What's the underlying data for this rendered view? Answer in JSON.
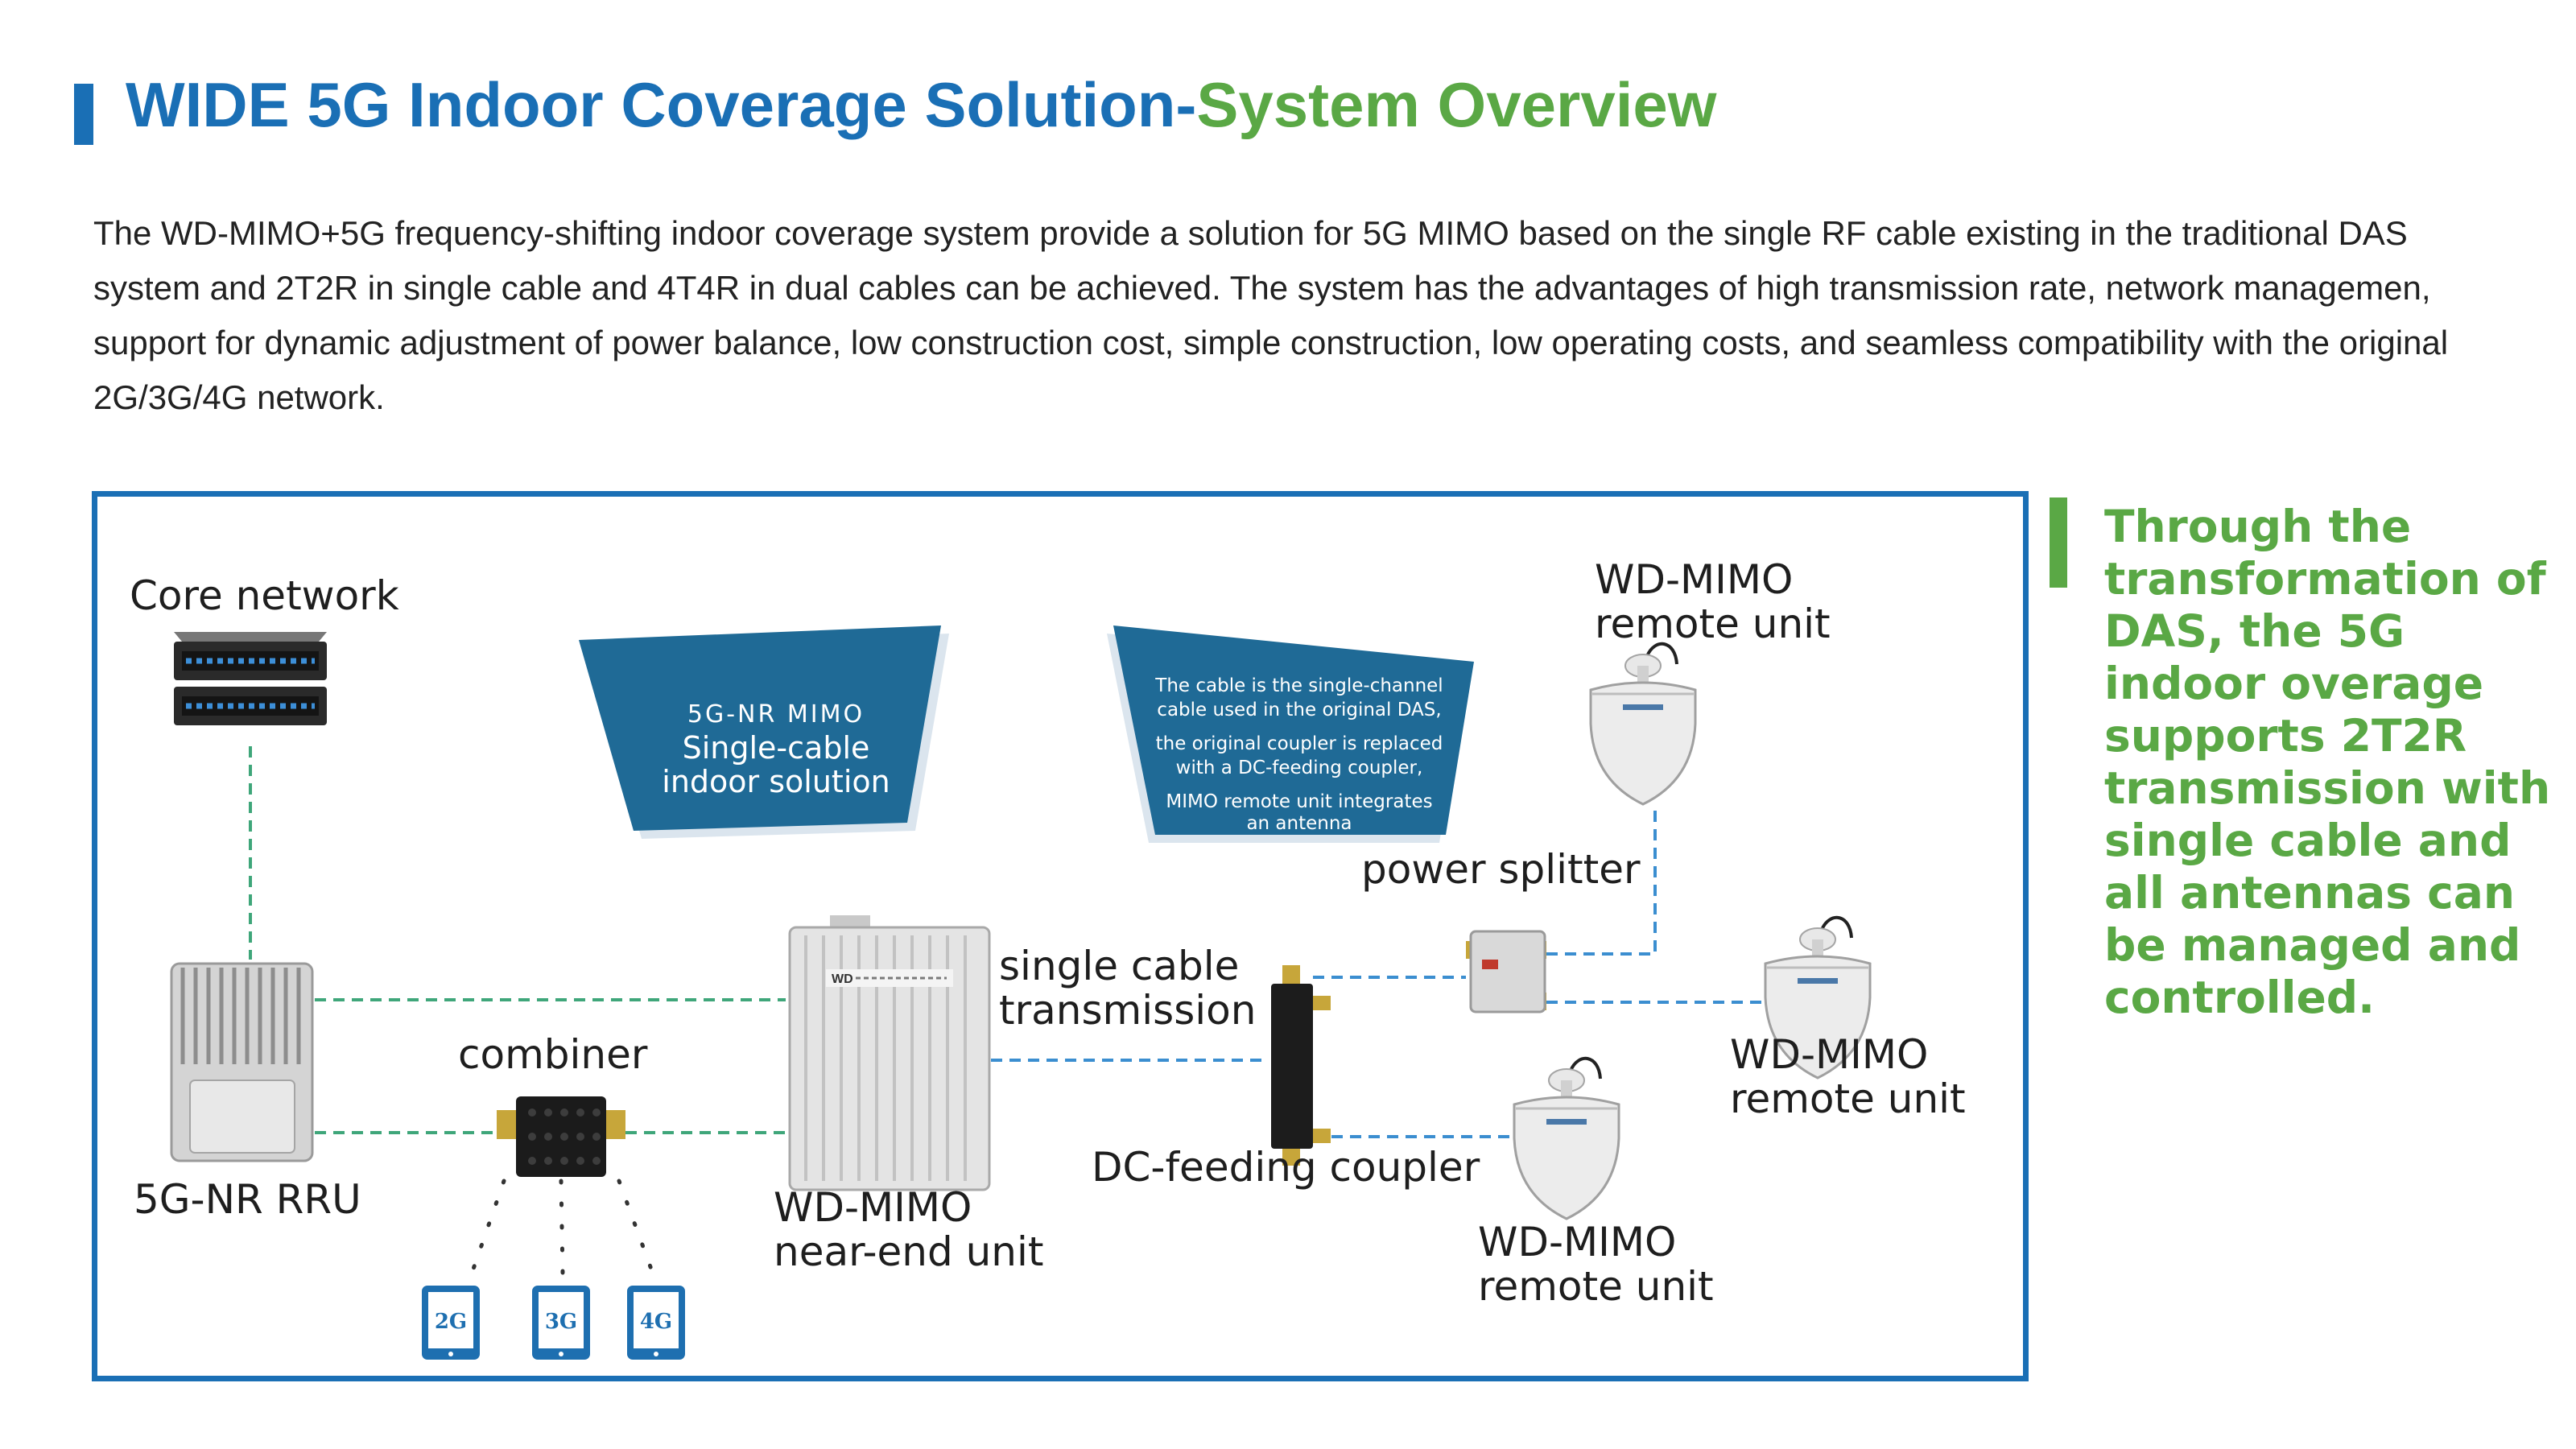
{
  "header": {
    "title_blue": "WIDE 5G Indoor Coverage Solution-",
    "title_green": "System Overview"
  },
  "intro": "The WD-MIMO+5G frequency-shifting indoor coverage system provide a solution for 5G MIMO based on the single RF cable existing in the traditional DAS system and 2T2R in single cable and 4T4R in dual cables can be achieved. The system has the advantages of high transmission rate, network managemen, support for dynamic adjustment of power balance, low construction cost, simple construction, low operating costs, and seamless compatibility with the original 2G/3G/4G network.",
  "diagram": {
    "labels": {
      "core_network": "Core network",
      "rru": "5G-NR RRU",
      "combiner": "combiner",
      "near_end_1": "WD-MIMO",
      "near_end_2": "near-end unit",
      "single_cable_1": "single cable",
      "single_cable_2": "transmission",
      "dc_coupler": "DC-feeding coupler",
      "power_splitter": "power splitter",
      "remote_1a": "WD-MIMO",
      "remote_1b": "remote unit",
      "remote_2a": "WD-MIMO",
      "remote_2b": "remote unit",
      "remote_3a": "WD-MIMO",
      "remote_3b": "remote unit",
      "device_2g": "2G",
      "device_3g": "3G",
      "device_4g": "4G",
      "near_end_brand": "WD"
    },
    "card_left": {
      "line1": "5G-NR MIMO",
      "line2": "Single-cable",
      "line3": "indoor solution"
    },
    "card_right": {
      "l1": "The cable is the single-channel",
      "l2": "cable used in the original DAS,",
      "l3": "the original coupler is replaced",
      "l4": "with a DC-feeding coupler,",
      "l5": "MIMO remote unit integrates",
      "l6": "an antenna"
    }
  },
  "side_note": "Through the transformation of DAS, the 5G indoor overage supports 2T2R transmission with single cable and all antennas can be managed and controlled.",
  "colors": {
    "brand_blue": "#1a6fb5",
    "brand_green": "#5aa845",
    "card_blue": "#1f6a96",
    "green_link": "#3fa67a",
    "blue_link": "#3b8ed0"
  }
}
